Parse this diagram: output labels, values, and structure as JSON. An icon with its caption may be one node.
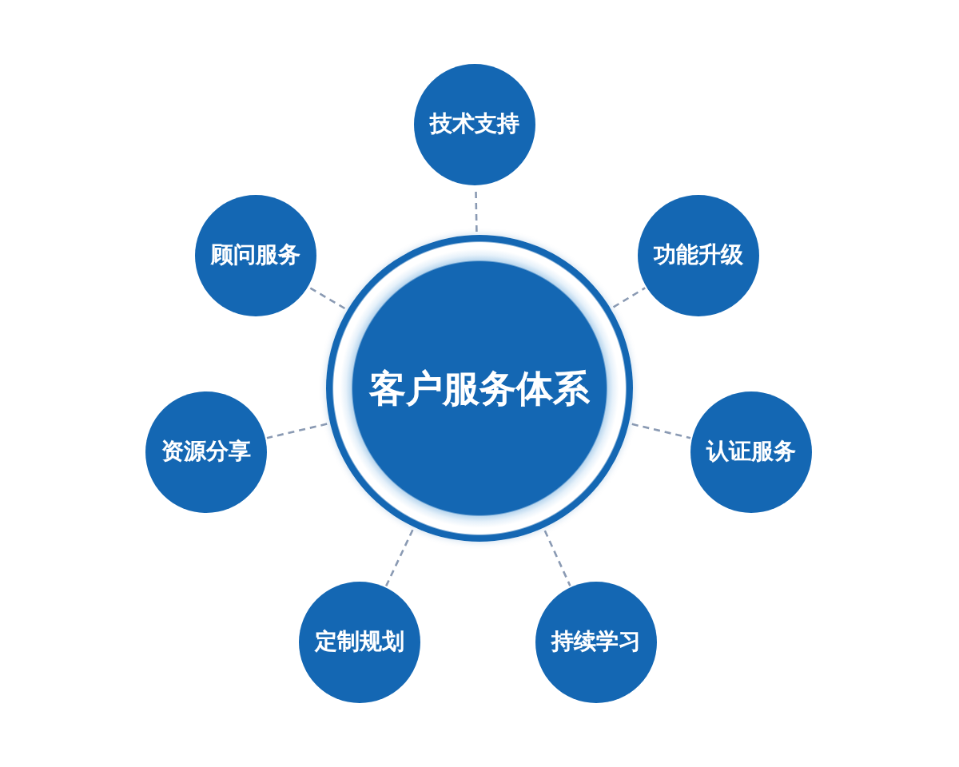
{
  "diagram": {
    "nodes": [
      {
        "text": [
          "技术支持"
        ]
      },
      {
        "text": [
          "顾问服务"
        ]
      },
      {
        "text": [
          "功能升级"
        ]
      },
      {
        "text": [
          "客户服务体系"
        ]
      },
      {
        "text": [
          "资源分享"
        ]
      },
      {
        "text": [
          "认证服务"
        ]
      },
      {
        "text": [
          "定制规划"
        ]
      },
      {
        "text": [
          "持续学习"
        ]
      }
    ],
    "edges": [
      {
        "from": 3,
        "to": 0,
        "arrow": "none",
        "style": "dashed"
      },
      {
        "from": 3,
        "to": 1,
        "arrow": "none",
        "style": "dashed"
      },
      {
        "from": 3,
        "to": 2,
        "arrow": "none",
        "style": "dashed"
      },
      {
        "from": 3,
        "to": 4,
        "arrow": "none",
        "style": "dashed"
      },
      {
        "from": 3,
        "to": 5,
        "arrow": "none",
        "style": "dashed"
      },
      {
        "from": 3,
        "to": 6,
        "arrow": "none",
        "style": "dashed"
      },
      {
        "from": 3,
        "to": 7,
        "arrow": "none",
        "style": "dashed"
      }
    ]
  }
}
